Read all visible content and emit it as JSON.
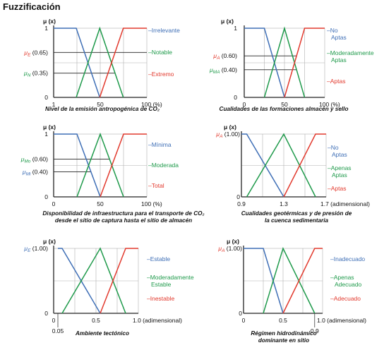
{
  "title": "Fuzzificación",
  "colors": {
    "blue": "#3f6fb6",
    "green": "#1f9a4b",
    "red": "#e23a2e",
    "axis": "#222222",
    "grid": "#b0b0b0"
  },
  "mu_label": "μ (x)",
  "chart_data": [
    {
      "type": "line",
      "caption": [
        "Nivel de la emisión antropogénica de CO₂"
      ],
      "x_ticks": [
        "1",
        "50",
        "100 (%)"
      ],
      "xlim": [
        1,
        100
      ],
      "ylim": [
        0,
        1
      ],
      "y_labels": [
        "1",
        "0"
      ],
      "markers": [
        {
          "label": "μE (0.65)",
          "value": 0.65,
          "color": "red"
        },
        {
          "label": "μN (0.35)",
          "value": 0.35,
          "color": "green"
        }
      ],
      "series": [
        {
          "name": "Irrelevante",
          "color": "blue",
          "x": [
            1,
            25,
            50
          ],
          "y": [
            1,
            1,
            0
          ]
        },
        {
          "name": "Notable",
          "color": "green",
          "x": [
            25,
            50,
            75
          ],
          "y": [
            0,
            1,
            0
          ]
        },
        {
          "name": "Extremo",
          "color": "red",
          "x": [
            50,
            75,
            100
          ],
          "y": [
            0,
            1,
            1
          ]
        }
      ]
    },
    {
      "type": "line",
      "caption": [
        "Cualidades de las formaciones almacén y sello"
      ],
      "x_ticks": [
        "0",
        "50",
        "100 (%)"
      ],
      "xlim": [
        0,
        100
      ],
      "ylim": [
        0,
        1
      ],
      "y_labels": [
        "1",
        "0"
      ],
      "markers": [
        {
          "label": "μA (0.60)",
          "value": 0.6,
          "color": "red"
        },
        {
          "label": "μMA (0.40)",
          "value": 0.4,
          "color": "green"
        }
      ],
      "series": [
        {
          "name": "No Aptas",
          "color": "blue",
          "x": [
            0,
            25,
            50
          ],
          "y": [
            1,
            1,
            0
          ]
        },
        {
          "name": "Moderadamente Aptas",
          "color": "green",
          "x": [
            25,
            50,
            75
          ],
          "y": [
            0,
            1,
            0
          ]
        },
        {
          "name": "Aptas",
          "color": "red",
          "x": [
            50,
            75,
            100
          ],
          "y": [
            0,
            1,
            1
          ]
        }
      ]
    },
    {
      "type": "line",
      "caption": [
        "Disponibilidad de infraestructura para el transporte de CO₂",
        "desde el sitio de captura hasta el sitio de almacén"
      ],
      "x_ticks": [
        "0",
        "50",
        "100 (%)"
      ],
      "xlim": [
        0,
        100
      ],
      "ylim": [
        0,
        1
      ],
      "y_labels": [
        "1",
        "0"
      ],
      "markers": [
        {
          "label": "μMo (0.60)",
          "value": 0.6,
          "color": "green"
        },
        {
          "label": "μMi (0.40)",
          "value": 0.4,
          "color": "blue"
        }
      ],
      "series": [
        {
          "name": "Mínima",
          "color": "blue",
          "x": [
            0,
            25,
            50
          ],
          "y": [
            1,
            1,
            0
          ]
        },
        {
          "name": "Moderada",
          "color": "green",
          "x": [
            25,
            50,
            75
          ],
          "y": [
            0,
            1,
            0
          ]
        },
        {
          "name": "Total",
          "color": "red",
          "x": [
            50,
            75,
            100
          ],
          "y": [
            0,
            1,
            1
          ]
        }
      ]
    },
    {
      "type": "line",
      "caption": [
        "Cualidades geotérmicas y de presión de",
        "la cuenca sedimentaria"
      ],
      "x_ticks": [
        "0.9",
        "1.3",
        "1.7 (adimensional)"
      ],
      "xlim": [
        0.9,
        1.7
      ],
      "ylim": [
        0,
        1
      ],
      "y_labels": [
        "μA (1.00)",
        "0"
      ],
      "markers": [
        {
          "label": "μA (1.00)",
          "value": 1.0,
          "color": "red"
        }
      ],
      "series": [
        {
          "name": "No Aptas",
          "color": "blue",
          "x": [
            0.9,
            0.95,
            1.3
          ],
          "y": [
            1,
            1,
            0
          ]
        },
        {
          "name": "Apenas Aptas",
          "color": "green",
          "x": [
            0.95,
            1.3,
            1.6
          ],
          "y": [
            0,
            1,
            0
          ]
        },
        {
          "name": "Aptas",
          "color": "red",
          "x": [
            1.3,
            1.6,
            1.7
          ],
          "y": [
            0,
            1,
            1
          ]
        }
      ]
    },
    {
      "type": "line",
      "caption": [
        "Ambiente tectónico"
      ],
      "x_ticks": [
        "0",
        "0.5",
        "1.0 (adimensional)"
      ],
      "extra_tick": "0.05",
      "extra_tick_value": 0.05,
      "xlim": [
        0,
        1
      ],
      "ylim": [
        0,
        1
      ],
      "y_labels": [
        "μE (1.00)",
        "0"
      ],
      "markers": [
        {
          "label": "μE (1.00)",
          "value": 1.0,
          "color": "blue"
        }
      ],
      "series": [
        {
          "name": "Estable",
          "color": "blue",
          "x": [
            0.05,
            0.1,
            0.55
          ],
          "y": [
            1,
            1,
            0
          ]
        },
        {
          "name": "Moderadamente Estable",
          "color": "green",
          "x": [
            0.1,
            0.55,
            0.85
          ],
          "y": [
            0,
            1,
            0
          ]
        },
        {
          "name": "Inestable",
          "color": "red",
          "x": [
            0.55,
            0.85,
            1.0
          ],
          "y": [
            0,
            1,
            1
          ]
        }
      ]
    },
    {
      "type": "line",
      "caption": [
        "Régimen hidrodinámico",
        "dominante en sitio"
      ],
      "x_ticks": [
        "0",
        "0.5",
        "1.0 (adimensional)"
      ],
      "extra_tick": "0.9",
      "extra_tick_value": 0.9,
      "xlim": [
        0,
        1
      ],
      "ylim": [
        0,
        1
      ],
      "y_labels": [
        "μA (1.00)",
        "0"
      ],
      "markers": [
        {
          "label": "μA (1.00)",
          "value": 1.0,
          "color": "red"
        }
      ],
      "series": [
        {
          "name": "Inadecuado",
          "color": "blue",
          "x": [
            0,
            0.25,
            0.5
          ],
          "y": [
            1,
            1,
            0
          ]
        },
        {
          "name": "Apenas Adecuado",
          "color": "green",
          "x": [
            0.25,
            0.5,
            0.9
          ],
          "y": [
            0,
            1,
            0
          ]
        },
        {
          "name": "Adecuado",
          "color": "red",
          "x": [
            0.5,
            0.9,
            1.0
          ],
          "y": [
            0,
            1,
            1
          ]
        }
      ]
    }
  ]
}
